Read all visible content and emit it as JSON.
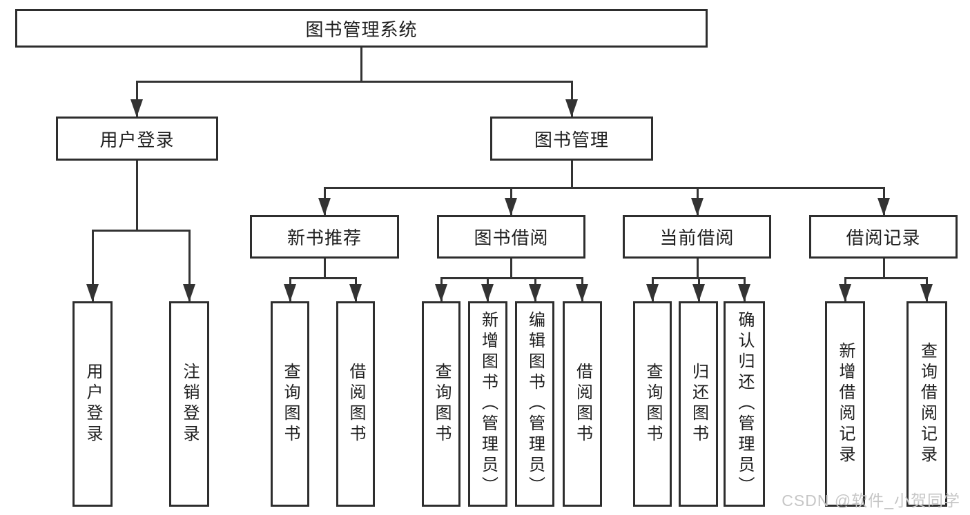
{
  "diagram": {
    "root": {
      "label": "图书管理系统"
    },
    "branches": {
      "user_login": {
        "label": "用户登录",
        "children": {
          "login": {
            "label": "用户登录"
          },
          "logout": {
            "label": "注销登录"
          }
        }
      },
      "book_mgmt": {
        "label": "图书管理",
        "children": {
          "new_rec": {
            "label": "新书推荐",
            "children": {
              "query": {
                "label": "查询图书"
              },
              "borrow": {
                "label": "借阅图书"
              }
            }
          },
          "borrow": {
            "label": "图书借阅",
            "children": {
              "query": {
                "label": "查询图书"
              },
              "add": {
                "label": "新增图书（管理员）"
              },
              "edit": {
                "label": "编辑图书（管理员）"
              },
              "borrow": {
                "label": "借阅图书"
              }
            }
          },
          "current": {
            "label": "当前借阅",
            "children": {
              "query": {
                "label": "查询图书"
              },
              "return": {
                "label": "归还图书"
              },
              "confirm": {
                "label": "确认归还（管理员）"
              }
            }
          },
          "records": {
            "label": "借阅记录",
            "children": {
              "add": {
                "label": "新增借阅记录"
              },
              "query": {
                "label": "查询借阅记录"
              }
            }
          }
        }
      }
    }
  },
  "watermark": {
    "text": "CSDN @软件_小贺同学"
  },
  "colors": {
    "line": "#333333",
    "box_border": "#2e2e2e",
    "text": "#1f1f1f",
    "watermark": "#c6c6c6",
    "background": "#ffffff"
  }
}
